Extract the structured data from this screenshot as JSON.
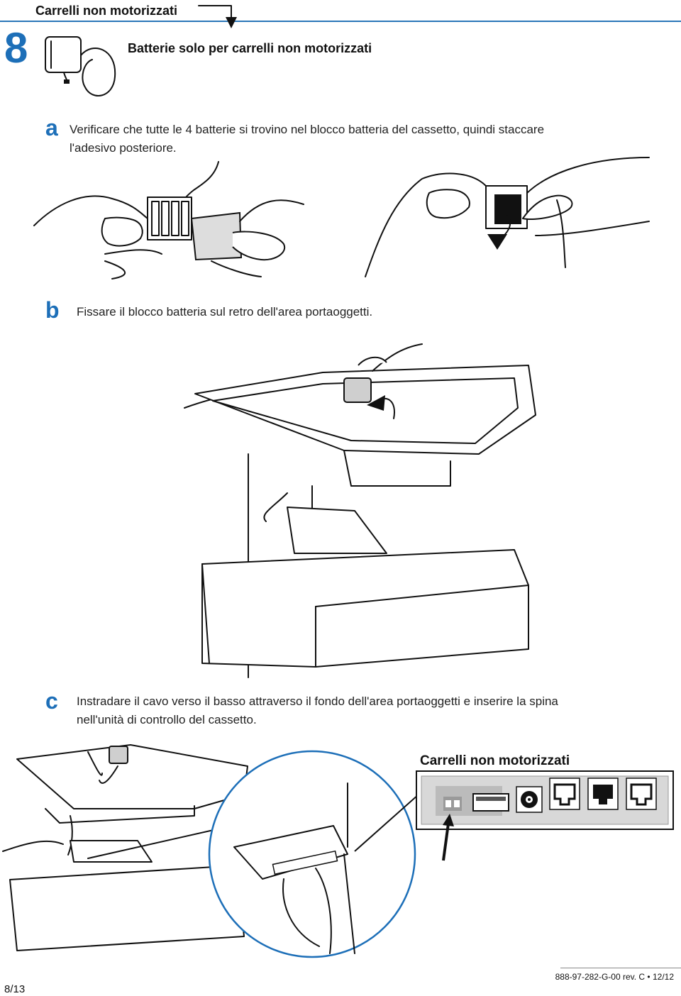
{
  "header": {
    "title": "Carrelli non motorizzati"
  },
  "step": {
    "number": "8",
    "title": "Batterie solo per carrelli non motorizzati"
  },
  "substeps": [
    {
      "letter": "a",
      "text_line1": "Verificare che tutte le 4 batterie si trovino nel blocco batteria del cassetto, quindi staccare",
      "text_line2": "l'adesivo posteriore."
    },
    {
      "letter": "b",
      "text_line1": "Fissare il blocco batteria sul retro dell'area portaoggetti."
    },
    {
      "letter": "c",
      "text_line1": "Instradare il cavo verso il basso attraverso il fondo dell'area portaoggetti e inserire la spina",
      "text_line2": "nell'unità di controllo del cassetto."
    }
  ],
  "panel": {
    "title": "Carrelli non motorizzati"
  },
  "footer": {
    "page": "8/13",
    "docref": "888-97-282-G-00 rev. C • 12/12"
  }
}
